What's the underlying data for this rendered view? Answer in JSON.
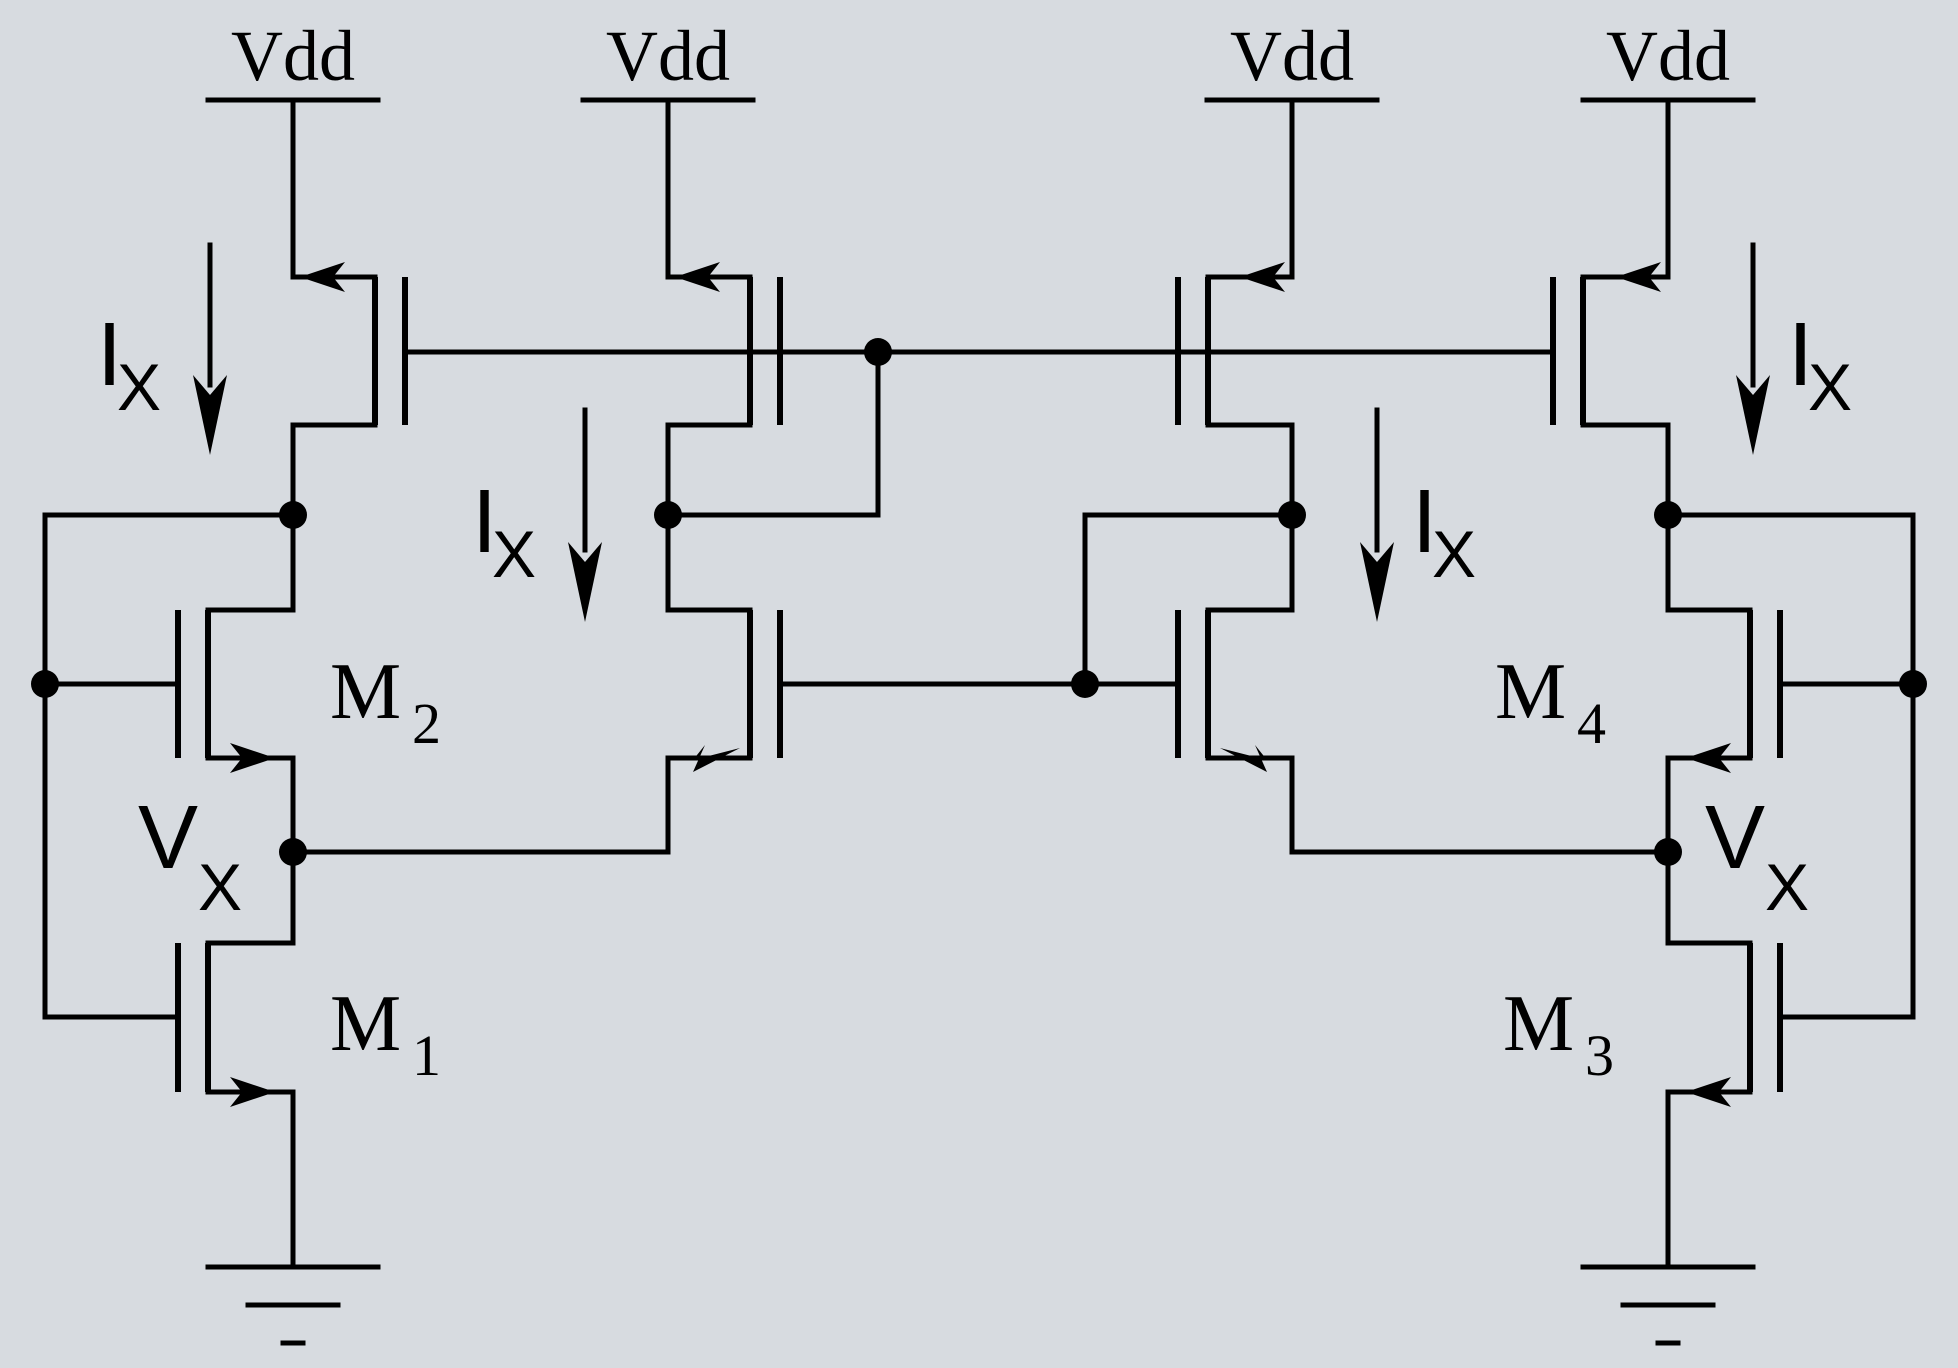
{
  "supply_label": "Vdd",
  "current_label": {
    "main": "I",
    "sub": "X"
  },
  "voltage_label": {
    "main": "V",
    "sub": "X"
  },
  "transistors": [
    {
      "main": "M",
      "sub": "1"
    },
    {
      "main": "M",
      "sub": "2"
    },
    {
      "main": "M",
      "sub": "3"
    },
    {
      "main": "M",
      "sub": "4"
    }
  ],
  "colors": {
    "background": "#d7dbe0",
    "ink": "#000000"
  }
}
